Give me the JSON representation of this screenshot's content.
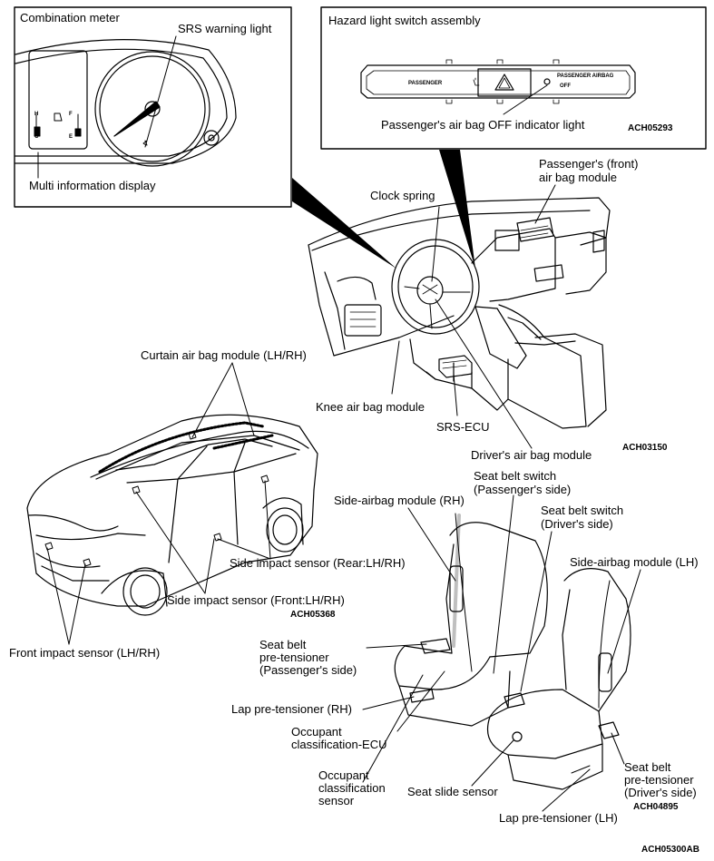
{
  "insets": {
    "combination_meter": {
      "title": "Combination meter",
      "srs_warning_light": "SRS warning light",
      "multi_information_display": "Multi information display",
      "gauge_marks": [
        "H",
        "C",
        "F",
        "E"
      ]
    },
    "hazard_switch": {
      "title": "Hazard light switch assembly",
      "passenger_text": "PASSENGER",
      "passenger_airbag_text": "PASSENGER AIRBAG",
      "off_text": "OFF",
      "indicator_label": "Passenger's air bag OFF indicator light",
      "code": "ACH05293"
    }
  },
  "dashboard": {
    "clock_spring": "Clock spring",
    "passenger_airbag_line1": "Passenger's (front)",
    "passenger_airbag_line2": "air bag module",
    "knee_airbag": "Knee air bag module",
    "srs_ecu": "SRS-ECU",
    "driver_airbag": "Driver's air bag module",
    "code": "ACH03150"
  },
  "vehicle": {
    "curtain_airbag": "Curtain air bag module (LH/RH)",
    "side_impact_rear": "Side impact sensor (Rear:LH/RH)",
    "side_impact_front": "Side impact sensor (Front:LH/RH)",
    "front_impact": "Front impact sensor (LH/RH)",
    "code": "ACH05368"
  },
  "seats": {
    "seat_belt_switch_pass_line1": "Seat belt switch",
    "seat_belt_switch_pass_line2": "(Passenger's side)",
    "side_airbag_rh": "Side-airbag module (RH)",
    "seat_belt_switch_drv_line1": "Seat belt switch",
    "seat_belt_switch_drv_line2": "(Driver's side)",
    "side_airbag_lh": "Side-airbag module (LH)",
    "pretensioner_pass_line1": "Seat belt",
    "pretensioner_pass_line2": "pre-tensioner",
    "pretensioner_pass_line3": "(Passenger's side)",
    "lap_pretensioner_rh": "Lap pre-tensioner (RH)",
    "occupant_ecu_line1": "Occupant",
    "occupant_ecu_line2": "classification-ECU",
    "occupant_sensor_line1": "Occupant",
    "occupant_sensor_line2": "classification",
    "occupant_sensor_line3": "sensor",
    "seat_slide_sensor": "Seat slide sensor",
    "pretensioner_drv_line1": "Seat belt",
    "pretensioner_drv_line2": "pre-tensioner",
    "pretensioner_drv_line3": "(Driver's side)",
    "lap_pretensioner_lh": "Lap pre-tensioner (LH)",
    "code": "ACH04895"
  },
  "figure_code": "ACH05300AB"
}
